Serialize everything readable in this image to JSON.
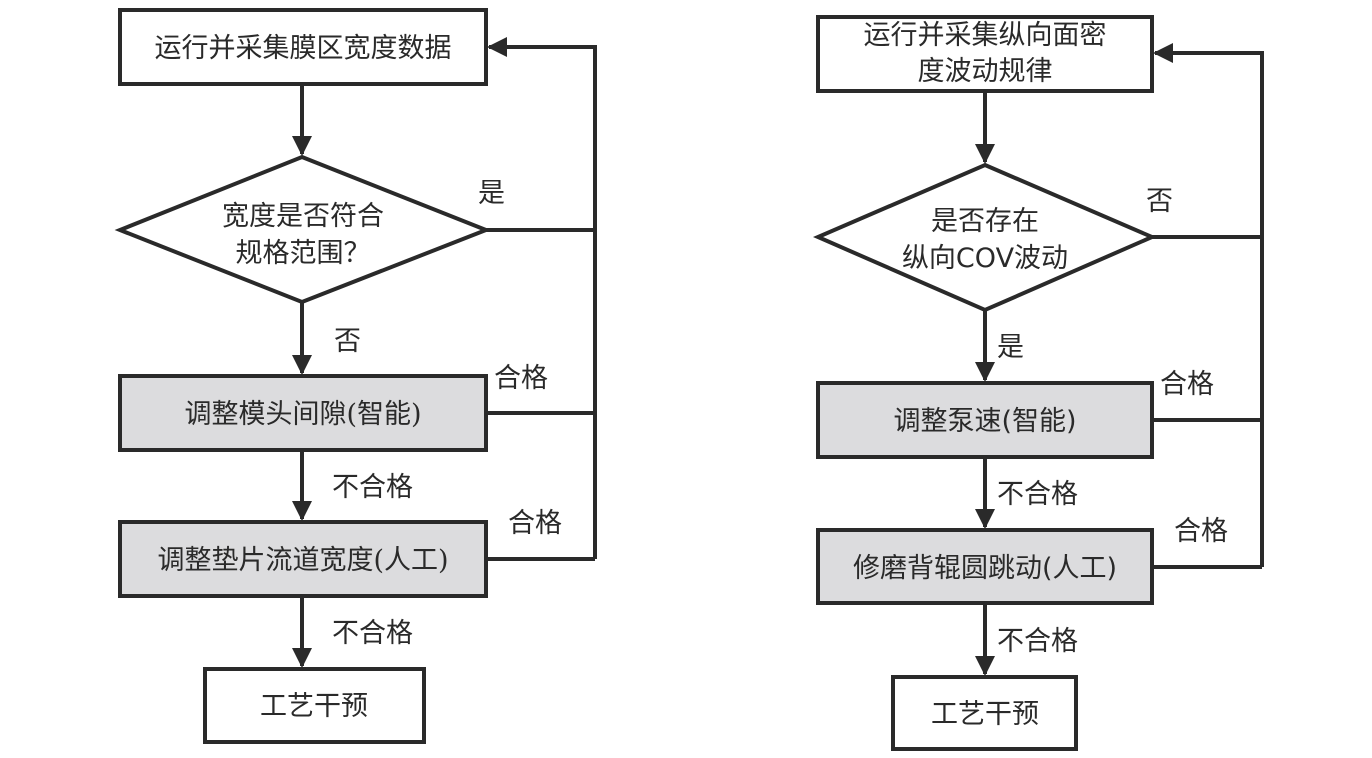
{
  "colors": {
    "stroke": "#2a2a2a",
    "process_fill": "#ffffff",
    "action_fill": "#dcdcde"
  },
  "left_flowchart": {
    "start": "运行并采集膜区宽度数据",
    "decision": [
      "宽度是否符合",
      "规格范围？"
    ],
    "decision_yes": "是",
    "decision_no": "否",
    "step1": "调整模头间隙(智能)",
    "step1_pass": "合格",
    "step1_fail": "不合格",
    "step2": "调整垫片流道宽度(人工)",
    "step2_pass": "合格",
    "step2_fail": "不合格",
    "end": "工艺干预"
  },
  "right_flowchart": {
    "start": [
      "运行并采集纵向面密",
      "度波动规律"
    ],
    "decision": [
      "是否存在",
      "纵向COV波动"
    ],
    "decision_yes": "是",
    "decision_no": "否",
    "step1": "调整泵速(智能)",
    "step1_pass": "合格",
    "step1_fail": "不合格",
    "step2": "修磨背辊圆跳动(人工)",
    "step2_pass": "合格",
    "step2_fail": "不合格",
    "end": "工艺干预"
  }
}
